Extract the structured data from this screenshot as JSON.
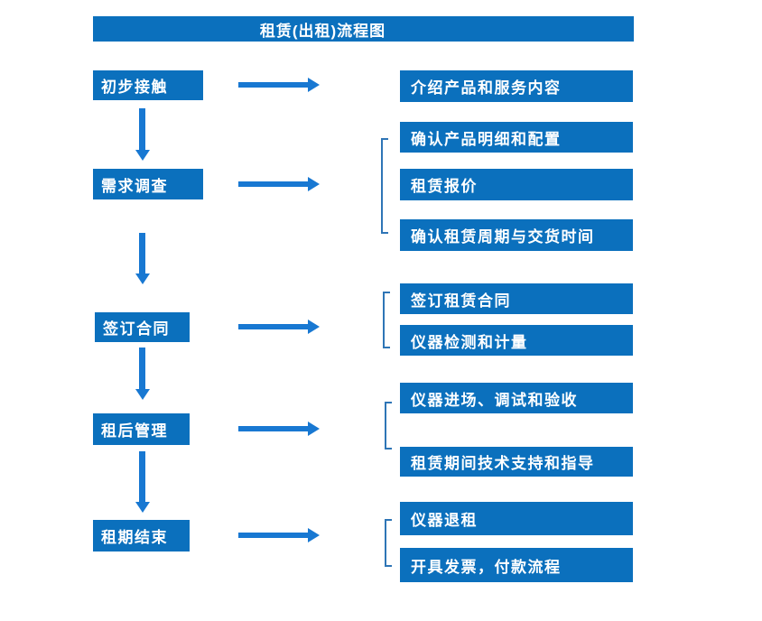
{
  "title": "租赁(出租)流程图",
  "colors": {
    "box_fill": "#0B70BD",
    "arrow": "#1878D2",
    "bracket": "#2E75B6",
    "text": "#ffffff",
    "background": "#ffffff"
  },
  "steps": [
    {
      "label": "初步接触",
      "details": [
        "介绍产品和服务内容"
      ]
    },
    {
      "label": "需求调查",
      "details": [
        "确认产品明细和配置",
        "租赁报价",
        "确认租赁周期与交货时间"
      ]
    },
    {
      "label": "签订合同",
      "details": [
        "签订租赁合同",
        "仪器检测和计量"
      ]
    },
    {
      "label": "租后管理",
      "details": [
        "仪器进场、调试和验收",
        "租赁期间技术支持和指导"
      ]
    },
    {
      "label": "租期结束",
      "details": [
        "仪器退租",
        "开具发票，付款流程"
      ]
    }
  ]
}
